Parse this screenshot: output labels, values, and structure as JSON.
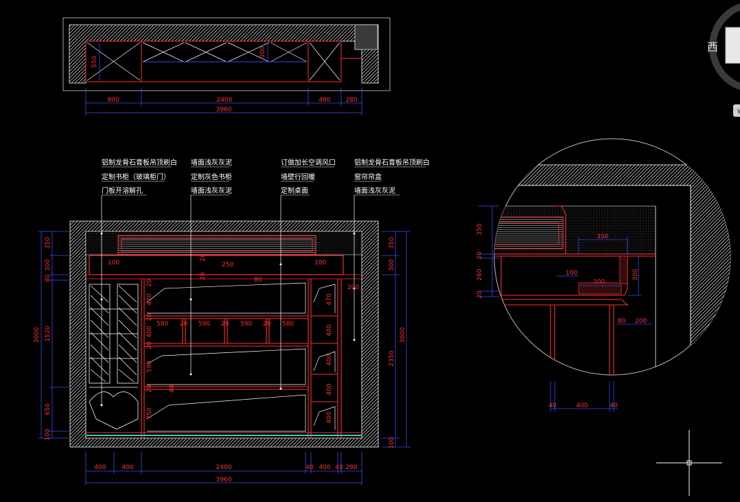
{
  "viewcube": {
    "label": "西",
    "side_letter": "W"
  },
  "plan": {
    "dims_bottom": [
      "800",
      "2400",
      "480",
      "280"
    ],
    "dim_total": "3960",
    "dim_depth_left": "550",
    "dim_depth_mid": "300"
  },
  "elevation": {
    "notes": [
      {
        "lines": [
          "铝制龙骨石膏板吊顶刷白",
          "定制书柜（玻璃柜门）",
          "门板开溶解孔"
        ]
      },
      {
        "lines": [
          "墙面浅灰灰泥",
          "定制灰色书柜",
          "墙面浅灰灰泥"
        ]
      },
      {
        "lines": [
          "订做加长空调风口",
          "墙壁行回暖",
          "定制桌面"
        ]
      },
      {
        "lines": [
          "铝制龙骨石膏板吊顶刷白",
          "窗帘帘盒",
          "墙面浅灰灰泥"
        ]
      }
    ],
    "left_dims": [
      "350",
      "300",
      "80",
      "1520",
      "650",
      "100"
    ],
    "left_total": "3000",
    "right_dims": [
      "350",
      "300",
      "2350",
      "100"
    ],
    "right_total": "3000",
    "bottom_dims": [
      "400",
      "400",
      "2400",
      "40",
      "400",
      "40",
      "280"
    ],
    "bottom_total": "3960",
    "inner_top": [
      "100",
      "250",
      "100"
    ],
    "inner_shelf_widths": [
      "580",
      "20",
      "590",
      "20",
      "590",
      "20",
      "580"
    ],
    "inner_heights": [
      "470",
      "400",
      "590",
      "750"
    ],
    "inner_right_heights": [
      "470",
      "400",
      "400",
      "400",
      "400"
    ],
    "inner_misc": [
      "20",
      "200",
      "40",
      "80"
    ]
  },
  "detail": {
    "left_dims": [
      "350",
      "20",
      "260",
      "20"
    ],
    "top_dim": "350",
    "inner_dims": [
      "100",
      "300",
      "300",
      "80",
      "200"
    ],
    "bottom_dims": [
      "40",
      "400",
      "40"
    ]
  }
}
